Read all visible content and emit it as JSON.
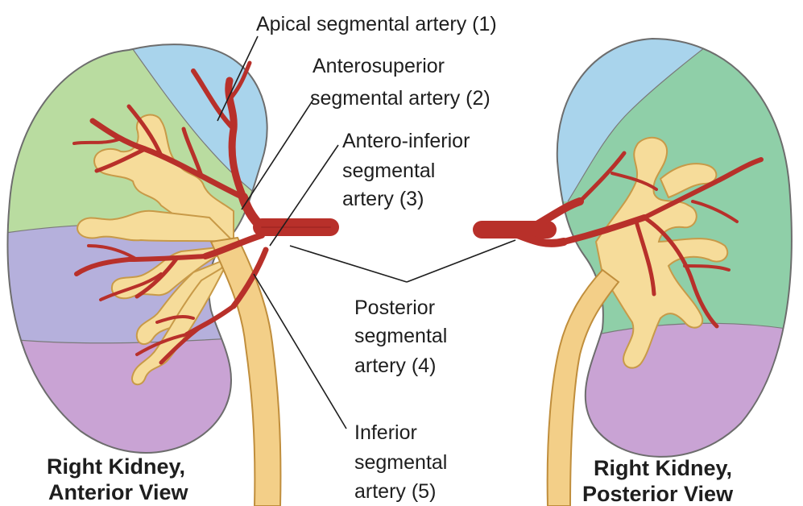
{
  "labels": {
    "apical": "Apical segmental artery (1)",
    "anterosuperior": [
      "Anterosuperior",
      "segmental artery (2)"
    ],
    "antero_inferior": [
      "Antero-inferior",
      "segmental",
      "artery (3)"
    ],
    "posterior": [
      "Posterior",
      "segmental",
      "artery (4)"
    ],
    "inferior": [
      "Inferior",
      "segmental",
      "artery (5)"
    ]
  },
  "captions": {
    "left": [
      "Right Kidney,",
      "Anterior View"
    ],
    "right": [
      "Right Kidney,",
      "Posterior View"
    ]
  },
  "colors": {
    "apical_segment": "#a9d4ec",
    "anterosuperior_segment": "#b9dca0",
    "antero_inferior_segment": "#b5b0dc",
    "inferior_segment": "#c9a3d4",
    "posterior_segment": "#8fcfa8",
    "artery": "#b8302a",
    "pelvis": "#f6dc9a"
  }
}
